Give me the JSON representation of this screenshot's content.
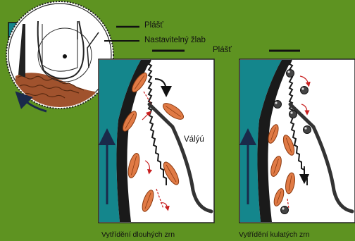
{
  "labels": {
    "plast_top": "Plášť",
    "nastavitelny_zlab": "Nastavitelný žlab",
    "plast_panel": "Plášť",
    "valyu": "Válýú"
  },
  "captions": {
    "left_panel": "Vytřídění dlouhých zrn",
    "right_panel": "Vytřídění kulatých zrn"
  },
  "colors": {
    "background": "#5e9321",
    "teal_drum": "#14868c",
    "grain_orange": "#e07a45",
    "grain_mass": "#a0522d",
    "round_grain": "#444444",
    "arrow_red": "#c82020",
    "arrow_dark": "#1a2a4a",
    "trough": "#333333"
  }
}
